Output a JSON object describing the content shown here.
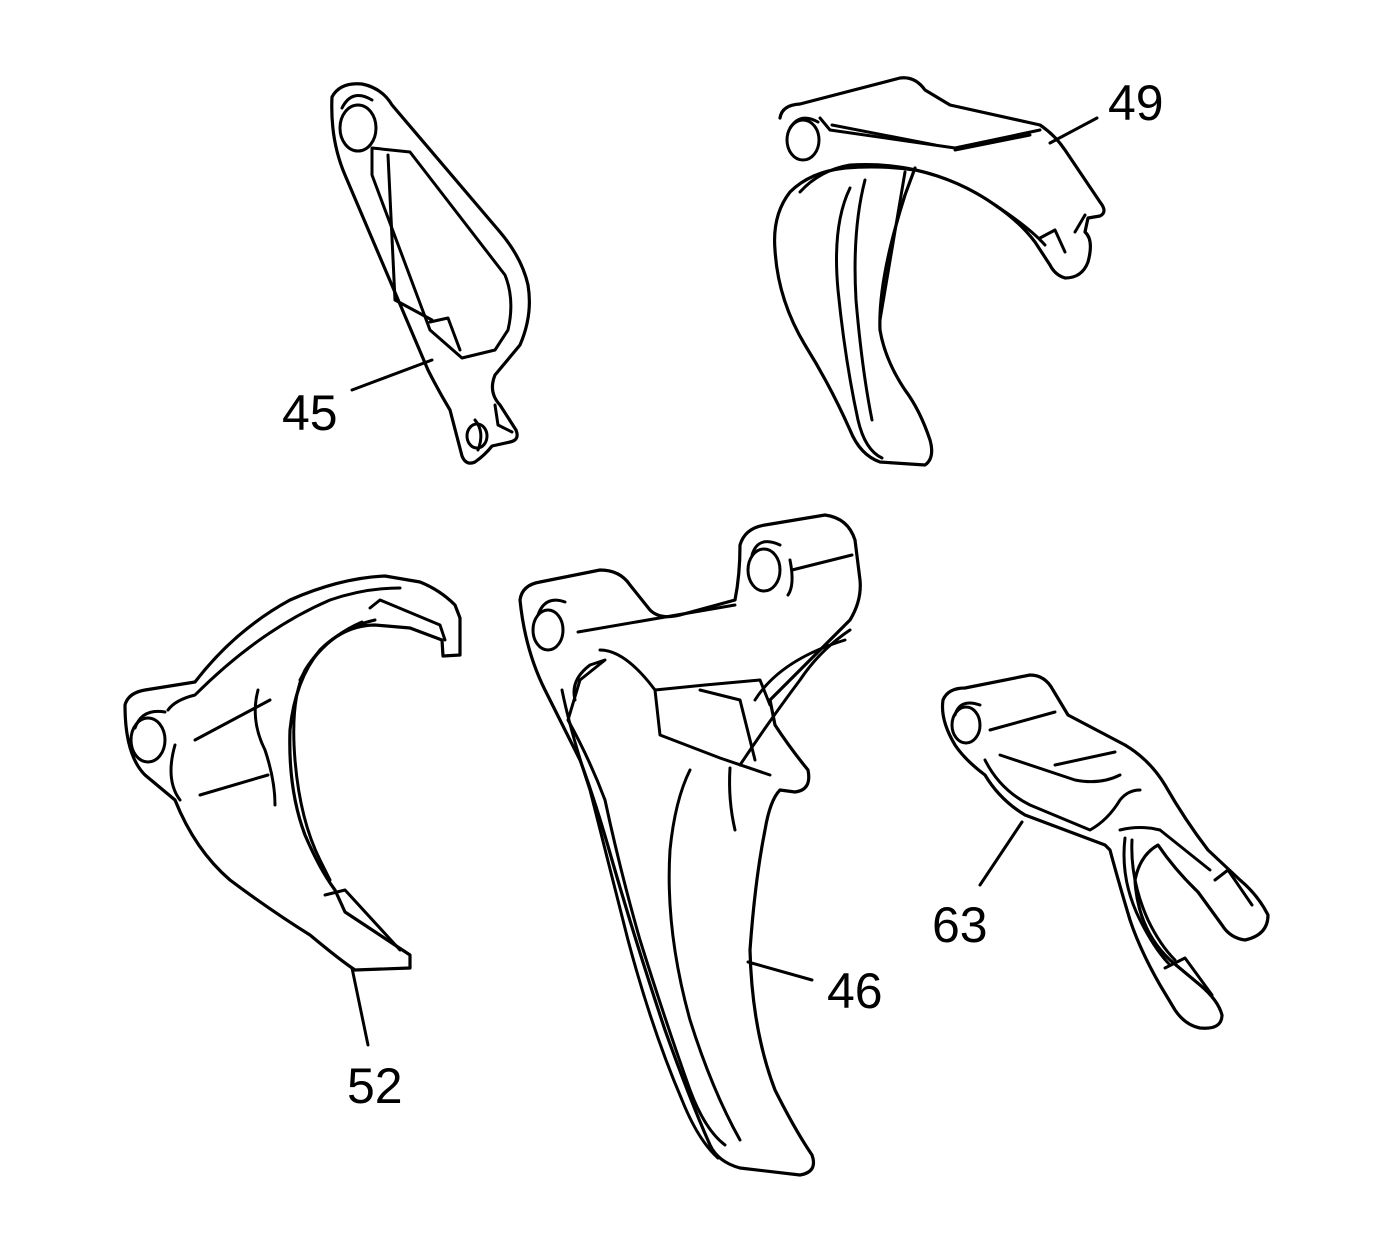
{
  "diagram": {
    "callouts": [
      {
        "id": "fork-45",
        "label": "45"
      },
      {
        "id": "fork-49",
        "label": "49"
      },
      {
        "id": "fork-52",
        "label": "52"
      },
      {
        "id": "fork-46",
        "label": "46"
      },
      {
        "id": "fork-63",
        "label": "63"
      }
    ]
  }
}
